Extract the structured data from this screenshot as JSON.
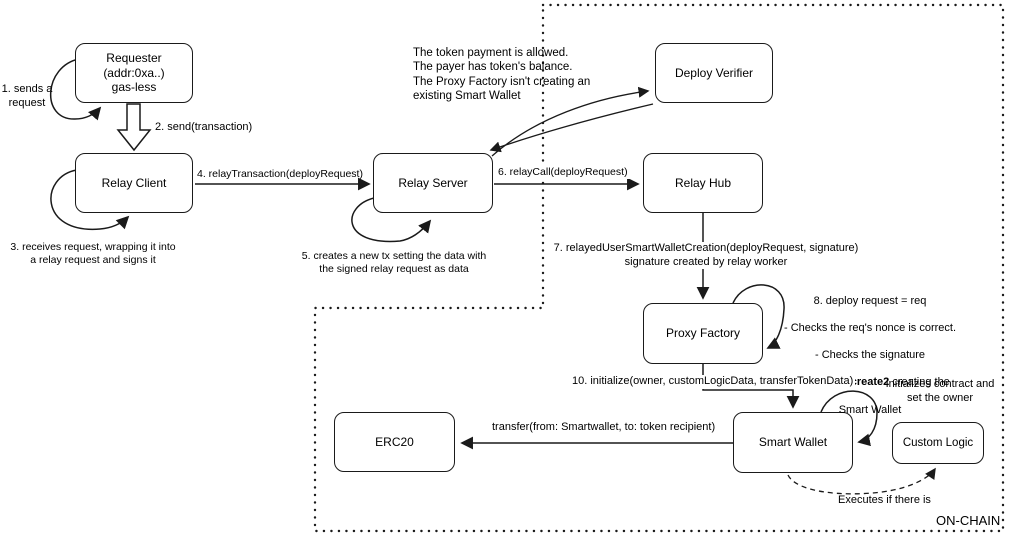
{
  "diagram": {
    "colors": {
      "stroke": "#1a1a1a",
      "background": "#ffffff"
    },
    "onchain_label": "ON-CHAIN",
    "nodes": {
      "requester": "Requester\n(addr:0xa..)\ngas-less",
      "relay_client": "Relay Client",
      "relay_server": "Relay Server",
      "deploy_verifier": "Deploy Verifier",
      "relay_hub": "Relay Hub",
      "proxy_factory": "Proxy Factory",
      "smart_wallet": "Smart Wallet",
      "erc20": "ERC20",
      "custom_logic": "Custom Logic"
    },
    "labels": {
      "step1": "1. sends a\nrequest",
      "step2": "2. send(transaction)",
      "step3": "3. receives request, wrapping it into\na relay request and signs it",
      "step4": "4. relayTransaction(deployRequest)",
      "step5": "5. creates a new tx setting the data with\nthe signed relay request as data",
      "step6": "6. relayCall(deployRequest)",
      "step7": "7. relayedUserSmartWalletCreation(deployRequest, signature)\nsignature created by relay worker",
      "verifier_note": "The token payment is allowed.\nThe payer has token's balance.\nThe Proxy Factory isn't creating an\nexisting Smart Wallet",
      "proxy_note_line1": "8. deploy request = req",
      "proxy_note_line2": "- Checks the req's nonce is correct.",
      "proxy_note_line3": "- Checks the signature",
      "proxy_note_line4_prefix": "9. Executes ",
      "proxy_note_line4_bold": "create2",
      "proxy_note_line4_suffix": " creating the",
      "proxy_note_line5": "Smart Wallet",
      "step10": "10. initialize(owner, customLogicData, transferTokenData)",
      "init_note": "Initializes contract and\nset the owner",
      "transfer": "transfer(from: Smartwallet, to: token recipient)",
      "executes_note": "Executes if there is"
    }
  }
}
